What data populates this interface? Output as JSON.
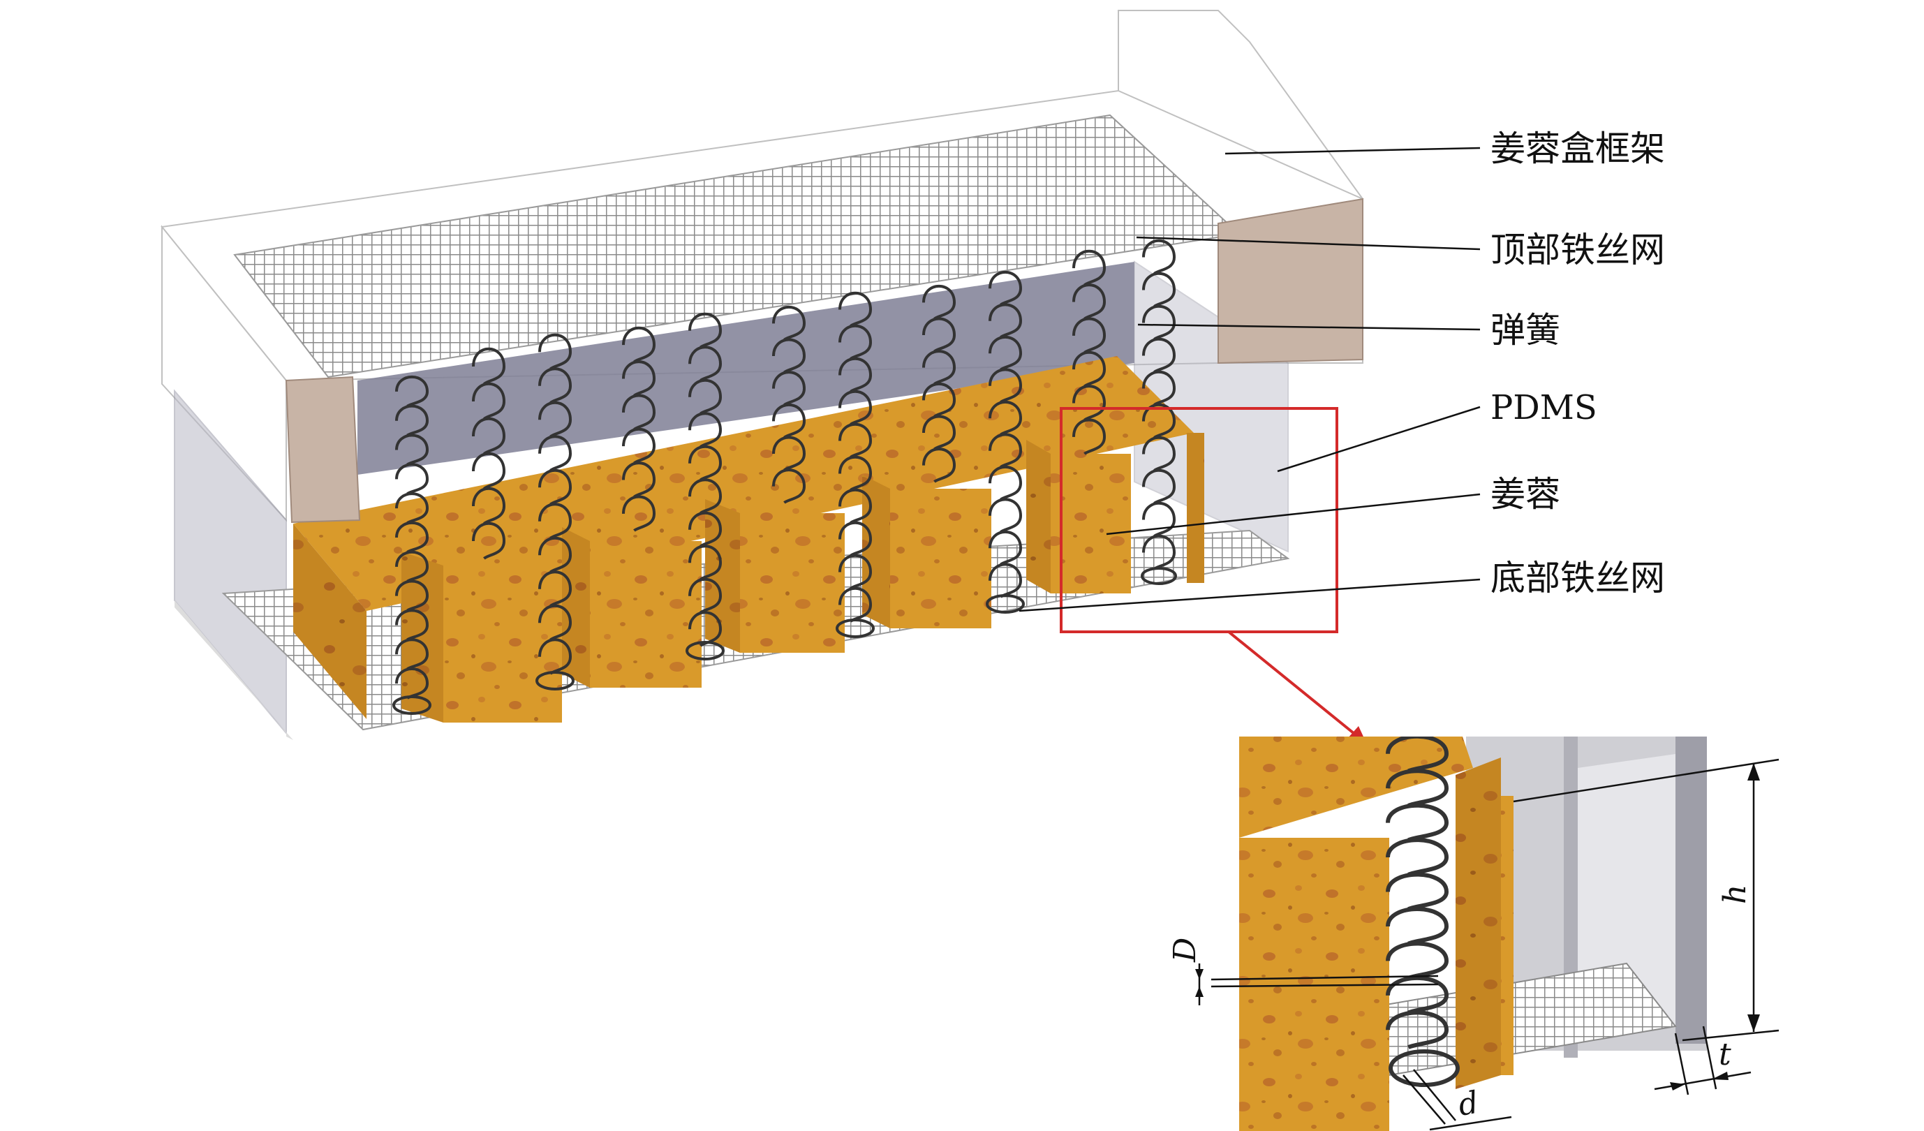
{
  "labels": {
    "frame": "姜蓉盒框架",
    "top_mesh": "顶部铁丝网",
    "spring": "弹簧",
    "pdms": "PDMS",
    "ginger": "姜蓉",
    "bottom_mesh": "底部铁丝网"
  },
  "dimensions": {
    "h": "h",
    "D": "D",
    "d": "d",
    "t": "t"
  },
  "colors": {
    "sponge": "#d99a2b",
    "sponge_dark": "#b8781c",
    "sponge_spot": "#b5612a",
    "frame_face": "#c8b4a6",
    "frame_white": "#ffffff",
    "pdms_glass": "#b9b9c6",
    "back_wall": "#7f7f95",
    "mesh": "#8a8a8a",
    "spring": "#333333",
    "highlight": "#d42a2a"
  }
}
